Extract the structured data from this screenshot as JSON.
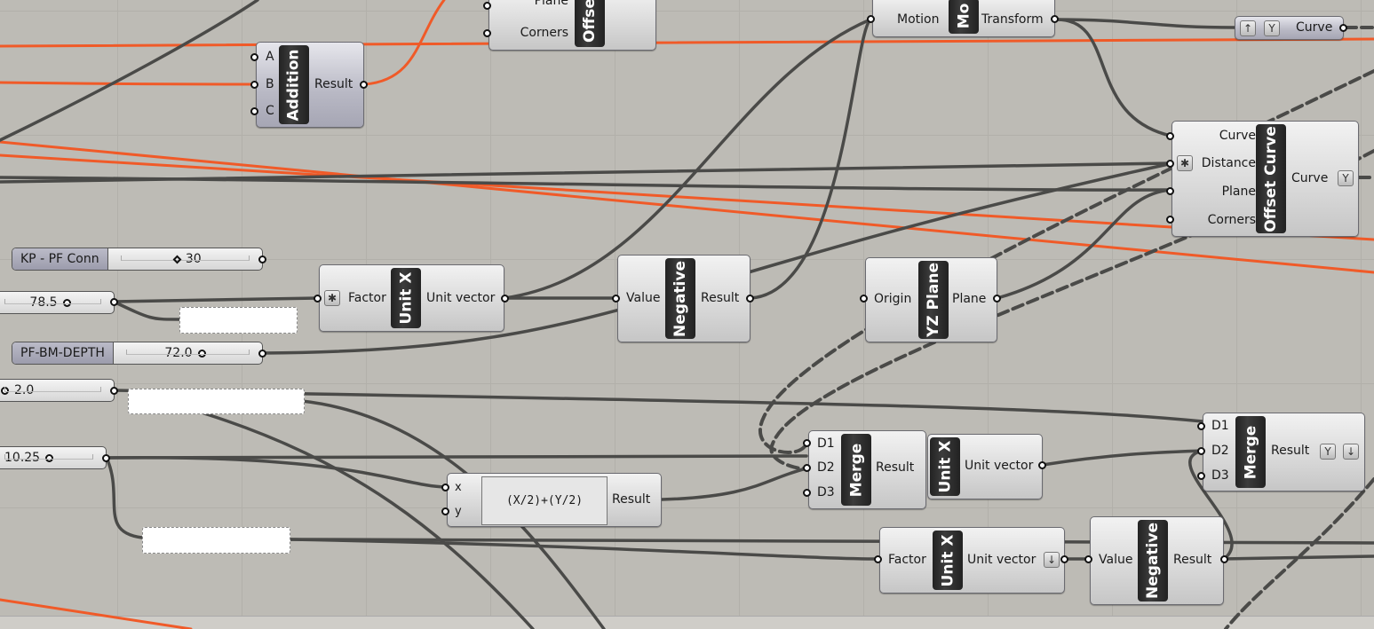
{
  "components": {
    "offset_top": {
      "inputs": [
        "Plane",
        "Corners"
      ],
      "title": "Offse"
    },
    "move": {
      "inputs": [
        "Motion"
      ],
      "title": "Mo",
      "output": "Transform"
    },
    "curve_param": {
      "label": "Curve"
    },
    "addition": {
      "inputs": [
        "A",
        "B",
        "C"
      ],
      "title": "Addition",
      "output": "Result"
    },
    "offset_curve": {
      "inputs": [
        "Curve",
        "Distance",
        "Plane",
        "Corners"
      ],
      "title": "Offset Curve",
      "output": "Curve"
    },
    "unit_x_1": {
      "input": "Factor",
      "title": "Unit X",
      "output": "Unit vector"
    },
    "negative_1": {
      "input": "Value",
      "title": "Negative",
      "output": "Result"
    },
    "yz_plane": {
      "input": "Origin",
      "title": "YZ Plane",
      "output": "Plane"
    },
    "expression": {
      "inputs": [
        "x",
        "y"
      ],
      "expression": "(X/2)+(Y/2)",
      "output": "Result"
    },
    "merge_1": {
      "inputs": [
        "D1",
        "D2",
        "D3"
      ],
      "title": "Merge",
      "output": "Result"
    },
    "unit_x_2": {
      "title": "Unit X",
      "output": "Unit vector"
    },
    "merge_2": {
      "inputs": [
        "D1",
        "D2",
        "D3"
      ],
      "title": "Merge",
      "output": "Result"
    },
    "unit_x_3": {
      "input": "Factor",
      "title": "Unit X",
      "output": "Unit vector"
    },
    "negative_2": {
      "input": "Value",
      "title": "Negative",
      "output": "Result"
    }
  },
  "sliders": [
    {
      "name": "KP - PF Conn",
      "value": "30"
    },
    {
      "value": "78.5"
    },
    {
      "name": "PF-BM-DEPTH",
      "value": "72.0"
    },
    {
      "value": "2.0"
    },
    {
      "value": "10.25"
    }
  ],
  "colors": {
    "canvas": "#bdbbb5",
    "wire": "#4a4a48",
    "wire_selected": "#f05a28"
  }
}
